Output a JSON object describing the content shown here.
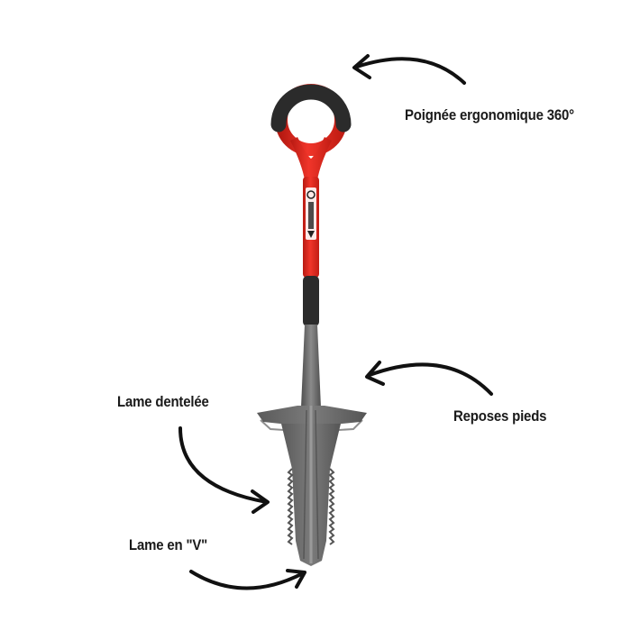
{
  "callouts": {
    "handle": "Poignée ergonomique 360°",
    "footrest": "Reposes pieds",
    "serrated_blade": "Lame dentelée",
    "v_blade": "Lame en \"V\""
  },
  "colors": {
    "handle_red": "#e8281e",
    "grip_black": "#2b2b2b",
    "blade_steel": "#6a6a6a",
    "text": "#1a1a1a"
  }
}
